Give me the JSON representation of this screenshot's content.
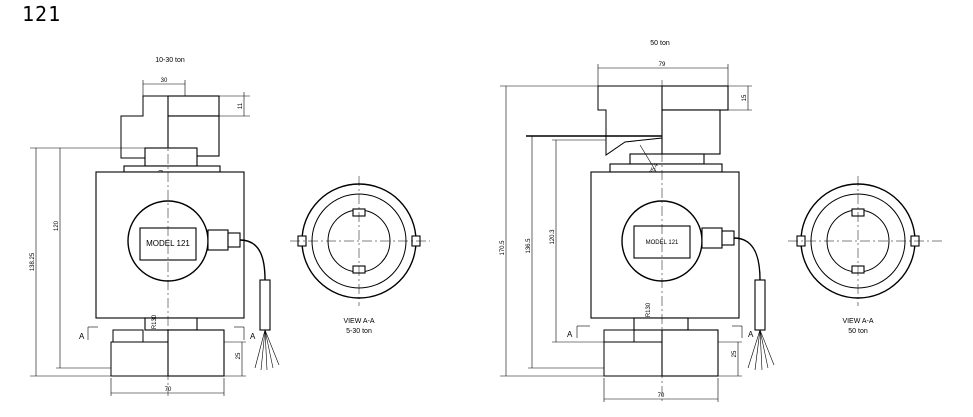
{
  "page": {
    "title": "121"
  },
  "left_view": {
    "capacity_label": "10-30 ton",
    "model_label": "MODEL 121",
    "dims": {
      "top_width": "30",
      "top_height": "11",
      "height_total": "138.25",
      "height_body": "120",
      "base_width": "70",
      "base_height": "25",
      "radius_top": "R5.9",
      "radius_bottom": "R130"
    },
    "section_marker": "A"
  },
  "left_section": {
    "caption_line1": "VIEW A-A",
    "caption_line2": "5-30 ton"
  },
  "right_view": {
    "capacity_label": "50 ton",
    "model_label": "MODEL 121",
    "dims": {
      "top_width": "79",
      "top_height": "15",
      "height_total": "170.5",
      "height_body": "136.5",
      "height_inner": "120.3",
      "base_width": "70",
      "base_height": "25",
      "radius_top": "R5.4",
      "radius_bottom": "R130"
    },
    "section_marker": "A"
  },
  "right_section": {
    "caption_line1": "VIEW A-A",
    "caption_line2": "50 ton"
  }
}
